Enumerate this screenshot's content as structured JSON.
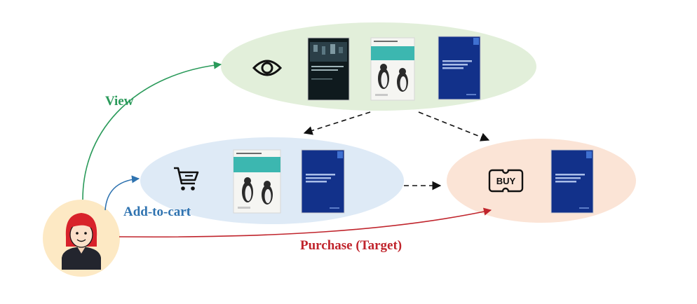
{
  "edges": {
    "view_label": "View",
    "cart_label": "Add-to-cart",
    "purchase_label": "Purchase (Target)"
  },
  "nodes": {
    "view_icon": "eye-icon",
    "cart_icon": "cart-icon",
    "buy_icon": "buy-ticket-icon",
    "buy_text": "BUY"
  },
  "colors": {
    "view": "#2a9a5a",
    "cart": "#2f73b0",
    "purchase": "#c0242c",
    "view_ellipse": "#e2efda",
    "cart_ellipse": "#deeaf6",
    "buy_ellipse": "#fbe4d6",
    "user_circle": "#fde9c4"
  }
}
